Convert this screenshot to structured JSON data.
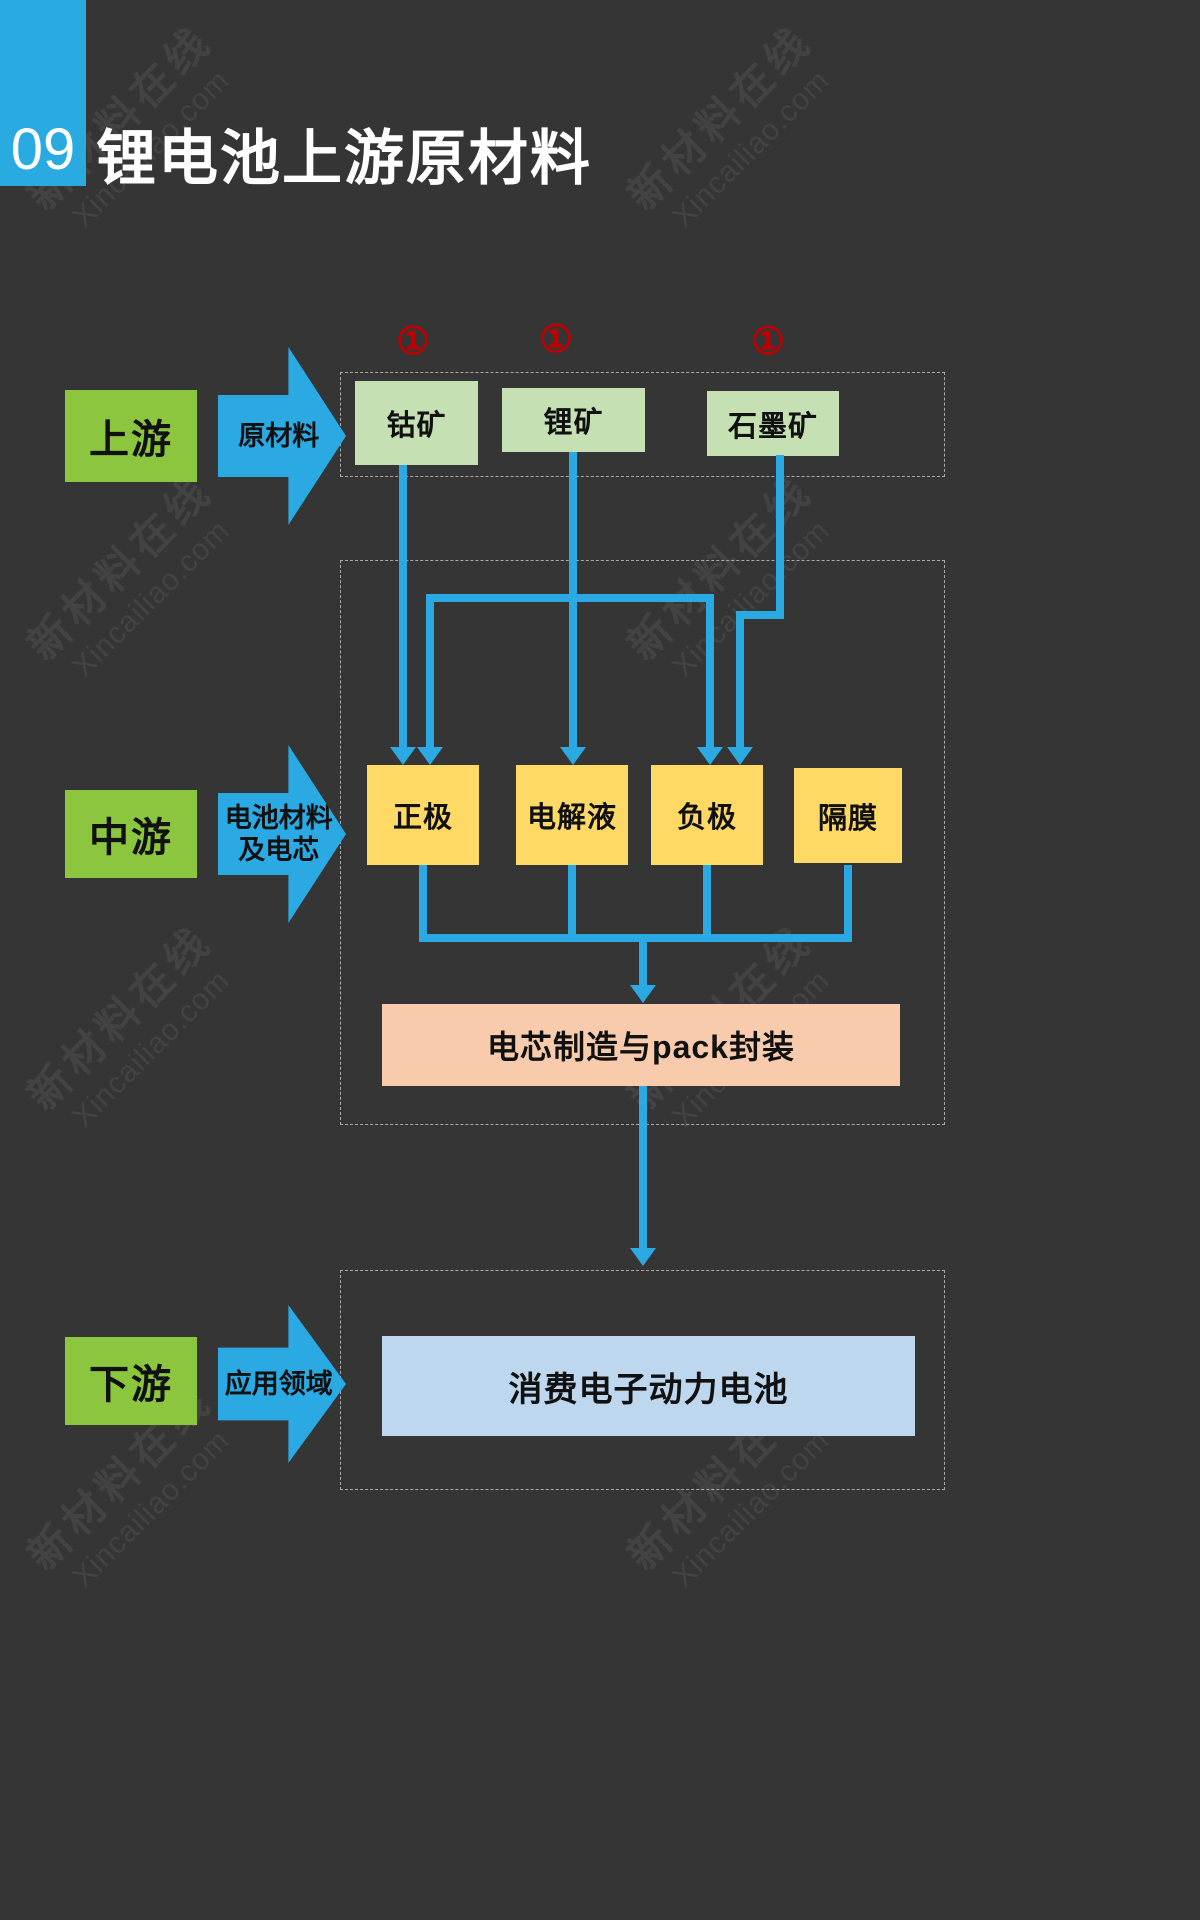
{
  "page": {
    "badge": "09",
    "title": "锂电池上游原材料",
    "watermark": {
      "line1": "新材料在线",
      "line2": "Xincailiao.com"
    }
  },
  "stages": {
    "upstream": {
      "label": "上游",
      "arrow": "原材料"
    },
    "midstream": {
      "label": "中游",
      "arrow_line1": "电池材料",
      "arrow_line2": "及电芯"
    },
    "downstream": {
      "label": "下游",
      "arrow": "应用领域"
    }
  },
  "materials": [
    {
      "label": "钴矿",
      "marker": "①"
    },
    {
      "label": "锂矿",
      "marker": "①"
    },
    {
      "label": "石墨矿",
      "marker": "①"
    }
  ],
  "components": [
    {
      "label": "正极"
    },
    {
      "label": "电解液"
    },
    {
      "label": "负极"
    },
    {
      "label": "隔膜"
    }
  ],
  "process": {
    "label": "电芯制造与pack封装"
  },
  "application": {
    "label": "消费电子动力电池"
  },
  "colors": {
    "background": "#353535",
    "accent_blue": "#2BA9E2",
    "badge_blue": "#29ABE2",
    "stage_green": "#8CC63E",
    "material_green": "#C5E0B3",
    "component_yellow": "#FFD966",
    "process_peach": "#F7CBAC",
    "application_blue": "#BDD7EE",
    "marker_red": "#C00000"
  }
}
